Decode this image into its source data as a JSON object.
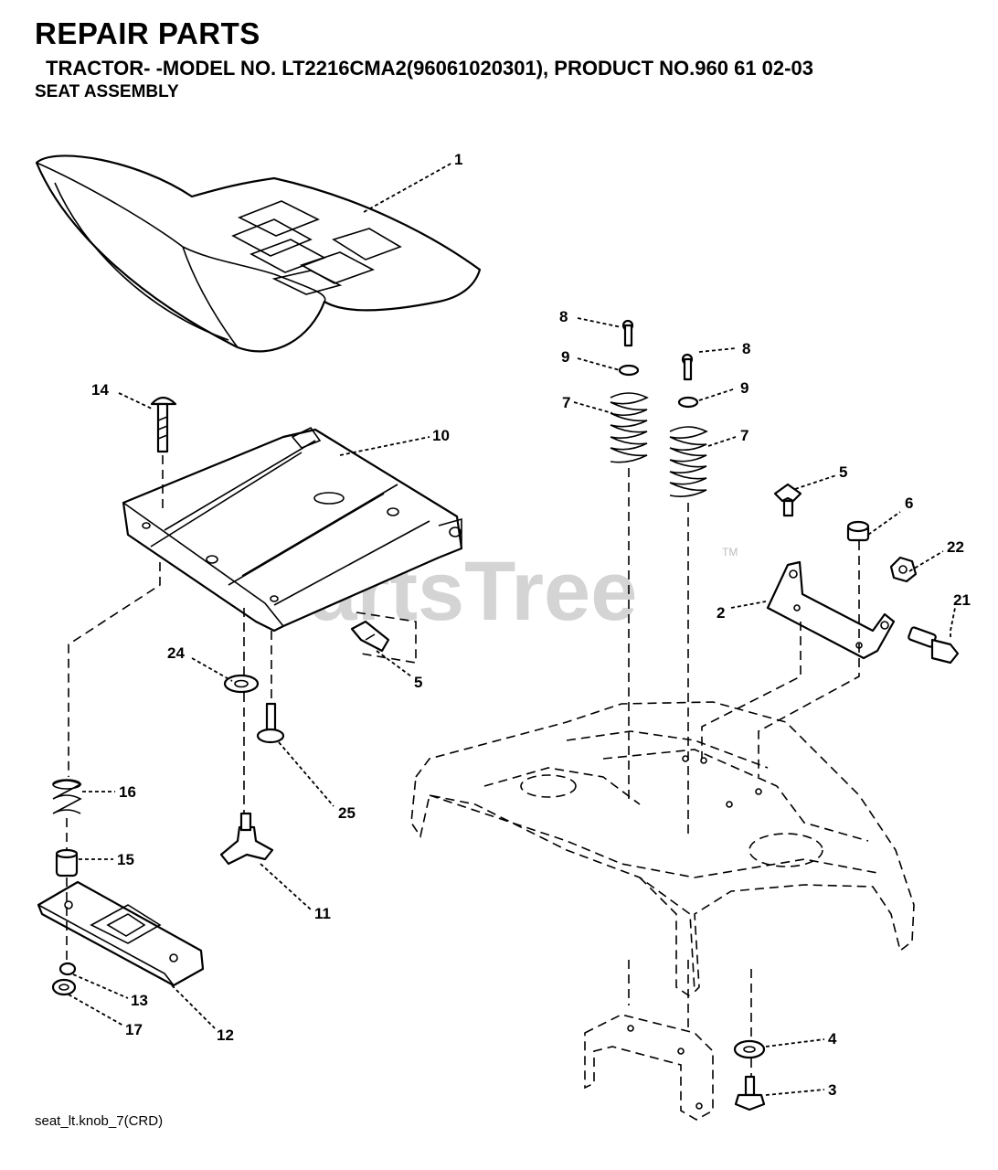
{
  "header": {
    "title": "REPAIR PARTS",
    "subtitle": "TRACTOR- -MODEL NO. LT2216CMA2(96061020301), PRODUCT NO.960 61 02-03",
    "section": "SEAT ASSEMBLY"
  },
  "watermark": {
    "text": "PartsTree",
    "tm": "TM"
  },
  "callouts": {
    "c1": "1",
    "c2": "2",
    "c3": "3",
    "c4": "4",
    "c5a": "5",
    "c5b": "5",
    "c6": "6",
    "c7a": "7",
    "c7b": "7",
    "c8a": "8",
    "c8b": "8",
    "c9a": "9",
    "c9b": "9",
    "c10": "10",
    "c11": "11",
    "c12": "12",
    "c13": "13",
    "c14": "14",
    "c15": "15",
    "c16": "16",
    "c17": "17",
    "c21": "21",
    "c22": "22",
    "c24": "24",
    "c25": "25"
  },
  "footer": {
    "caption": "seat_lt.knob_7(CRD)"
  }
}
